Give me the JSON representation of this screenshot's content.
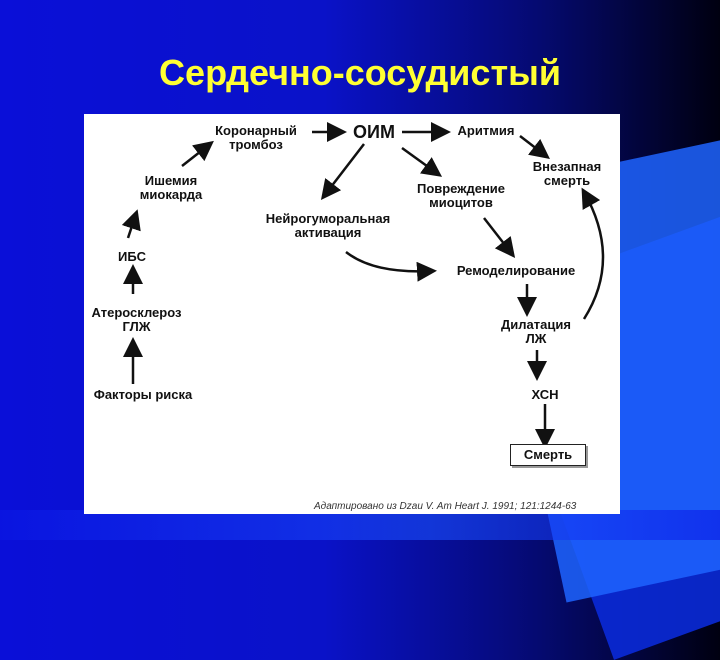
{
  "slide": {
    "title_line1": "Сердечно-сосудистый",
    "title_line2": "континуум"
  },
  "diagram": {
    "nodes": {
      "risk_factors": "Факторы риска",
      "atherosclerosis": "Атеросклероз\nГЛЖ",
      "ibs": "ИБС",
      "ischemia": "Ишемия\nмиокарда",
      "coronary_thrombosis": "Коронарный\nтромбоз",
      "oim": "ОИМ",
      "arrhythmia": "Аритмия",
      "sudden_death": "Внезапная\nсмерть",
      "neurohumoral": "Нейрогуморальная\nактивация",
      "myocyte_damage": "Повреждение\nмиоцитов",
      "remodeling": "Ремоделирование",
      "dilatation": "Дилатация\nЛЖ",
      "hsn": "ХСН",
      "death": "Смерть"
    },
    "citation": "Адаптировано из Dzau V. Am Heart J. 1991; 121:1244-63"
  }
}
